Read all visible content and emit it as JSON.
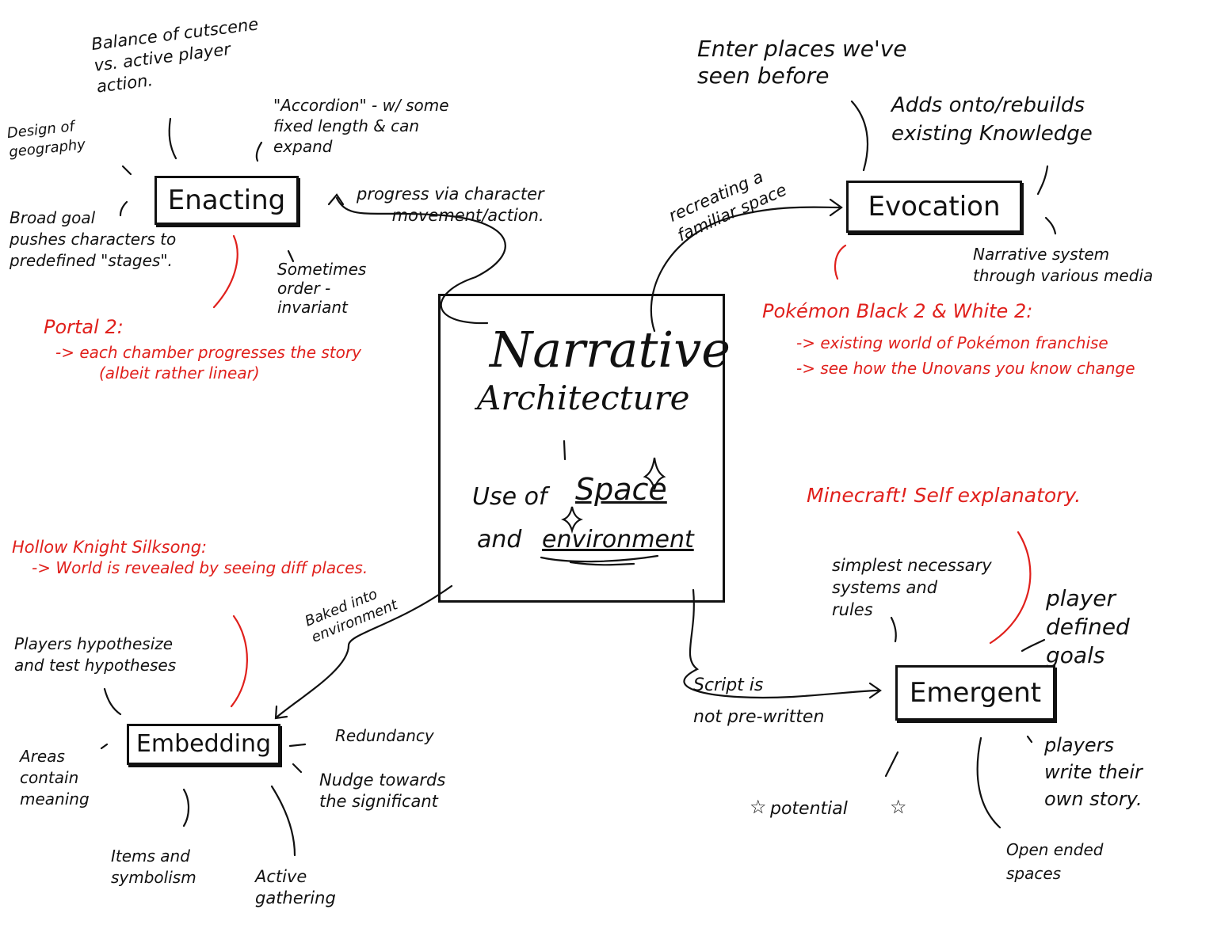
{
  "colors": {
    "ink": "#111111",
    "accent": "#e0201c",
    "background": "#ffffff"
  },
  "center": {
    "title_line1": "Narrative",
    "title_line2": "Architecture",
    "line_use_of": "Use of",
    "line_space": "Space",
    "line_and": "and",
    "line_environment": "environment"
  },
  "enacting": {
    "label": "Enacting",
    "notes": [
      "Balance of cutscene\nvs. active player\naction.",
      "\"Accordion\" - w/ some\nfixed length & can\nexpand",
      "Design of\ngeography",
      "Broad goal\npushes characters to\npredefined \"stages\".",
      "Sometimes\norder -\ninvariant"
    ],
    "connector": "progress via character\nmovement/action.",
    "example_title": "Portal 2:",
    "example_lines": [
      "-> each chamber progresses the story",
      "(albeit rather linear)"
    ]
  },
  "evocation": {
    "label": "Evocation",
    "notes": [
      "Enter places we've\nseen before",
      "Adds onto/rebuilds\nexisting Knowledge",
      "Narrative system\nthrough various media"
    ],
    "connector": "recreating a\nfamiliar space",
    "example_title": "Pokémon Black 2 & White 2:",
    "example_lines": [
      "-> existing world of Pokémon franchise",
      "-> see how the Unovans you know change"
    ]
  },
  "embedding": {
    "label": "Embedding",
    "notes": [
      "Players hypothesize\nand test hypotheses",
      "Areas\ncontain\nmeaning",
      "Redundancy",
      "Nudge towards\nthe significant",
      "Items and\nsymbolism",
      "Active\ngathering"
    ],
    "connector": "Baked into\nenvironment",
    "example_title": "Hollow Knight Silksong:",
    "example_lines": [
      "-> World is revealed by seeing diff places."
    ]
  },
  "emergent": {
    "label": "Emergent",
    "notes": [
      "simplest necessary\nsystems and\nrules",
      "player\ndefined\ngoals",
      "players\nwrite their\nown story.",
      "Open ended\nspaces",
      "potential"
    ],
    "connector": "Script is\nnot pre-written",
    "example_title": "Minecraft! Self explanatory."
  }
}
